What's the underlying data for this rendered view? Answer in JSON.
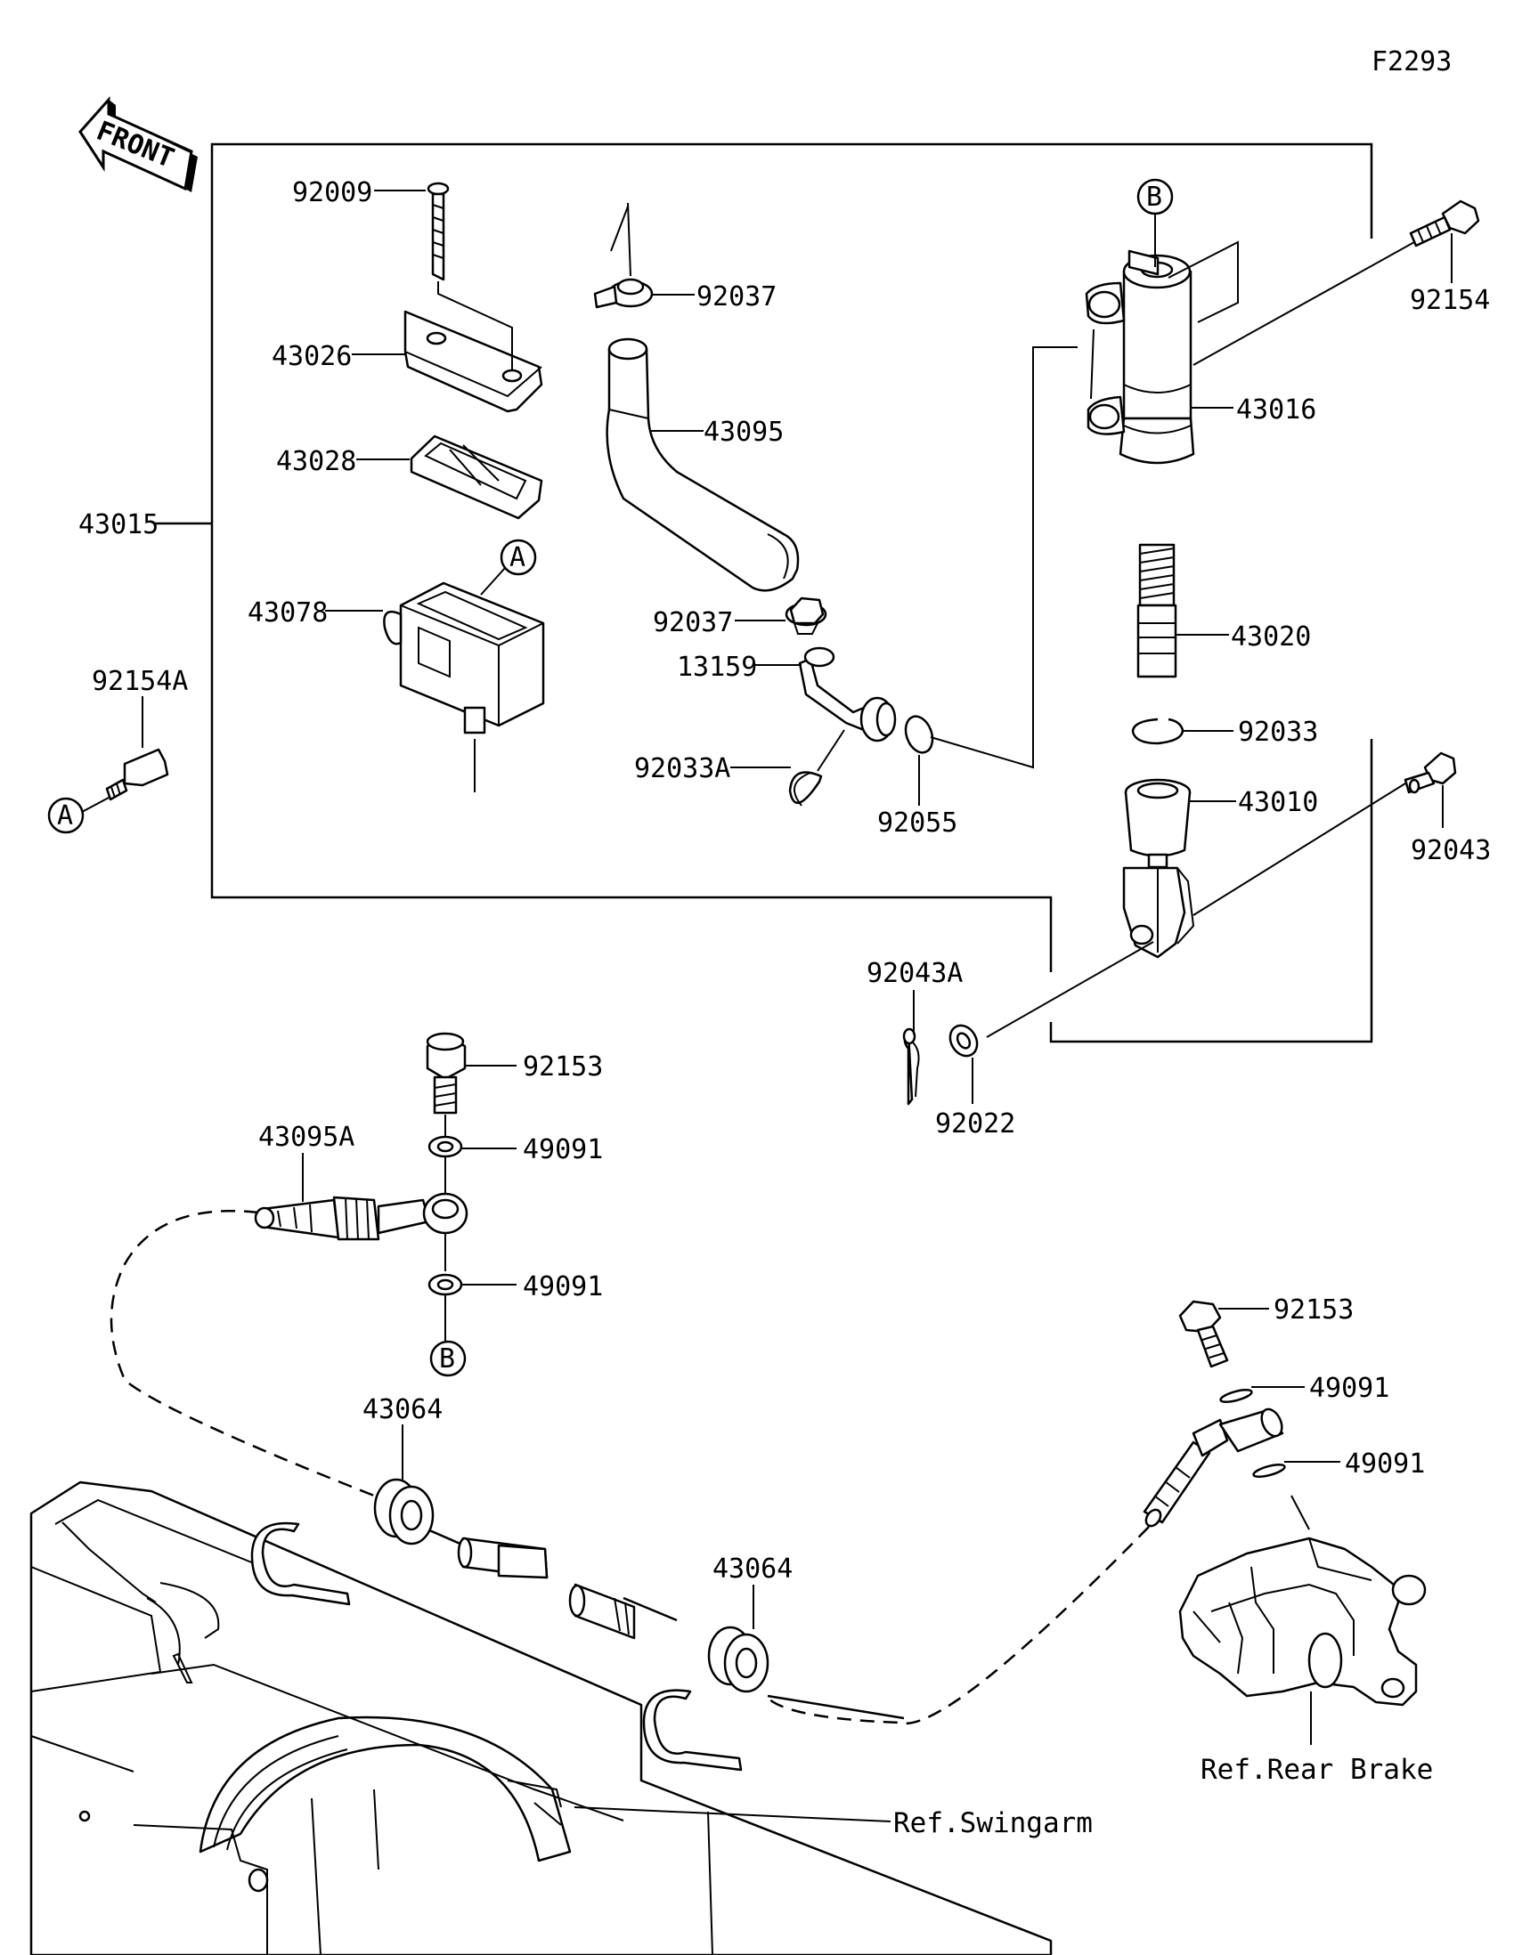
{
  "figure_id": "F2293",
  "front_label": "FRONT",
  "callouts": {
    "a": "A",
    "b": "B"
  },
  "parts": {
    "p92009": "92009",
    "p43026": "43026",
    "p43028": "43028",
    "p43015": "43015",
    "p43078": "43078",
    "p92154A": "92154A",
    "p92037_top": "92037",
    "p43095": "43095",
    "p92037_mid": "92037",
    "p13159": "13159",
    "p92033A": "92033A",
    "p92055": "92055",
    "p43016": "43016",
    "p92154": "92154",
    "p43020": "43020",
    "p92033": "92033",
    "p43010": "43010",
    "p92043": "92043",
    "p92043A": "92043A",
    "p92022": "92022",
    "p92153_top": "92153",
    "p43095A": "43095A",
    "p49091_a": "49091",
    "p49091_b": "49091",
    "p43064_a": "43064",
    "p43064_b": "43064",
    "p92153_right": "92153",
    "p49091_c": "49091",
    "p49091_d": "49091"
  },
  "refs": {
    "rear_brake": "Ref.Rear Brake",
    "swingarm": "Ref.Swingarm"
  }
}
